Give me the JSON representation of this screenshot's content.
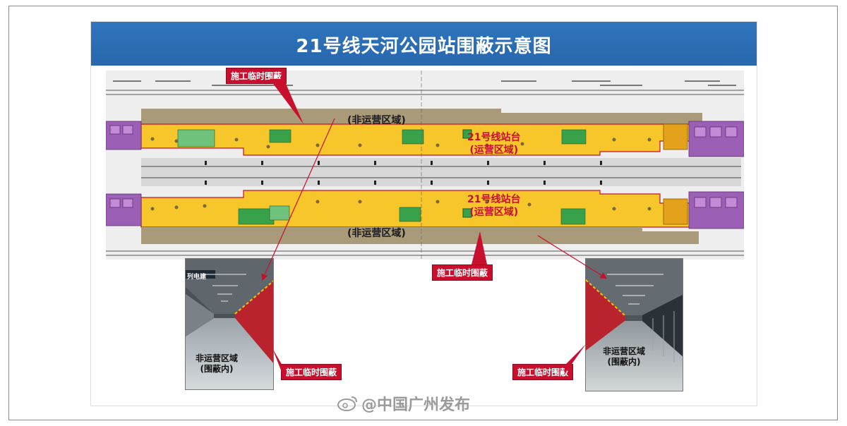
{
  "title": "21号线天河公园站围蔽示意图",
  "plan": {
    "top_callout": "施工临时围蔽",
    "bottom_callout": "施工临时围蔽",
    "non_operating_top": "(非运营区域)",
    "non_operating_bottom": "(非运营区域)",
    "platform_top_line1": "21号线站台",
    "platform_top_line2": "(运营区域)",
    "platform_bottom_line1": "21号线站台",
    "platform_bottom_line2": "(运营区域)"
  },
  "photo_left": {
    "caption_line1": "非运营区域",
    "caption_line2": "(围蔽内)",
    "callout": "施工临时围蔽",
    "sign_text": "列电建"
  },
  "photo_right": {
    "caption_line1": "非运营区域",
    "caption_line2": "(围蔽内)",
    "callout": "施工临时围蔽"
  },
  "watermark": "@中国广州发布",
  "colors": {
    "title_bar": "#2c70b8",
    "callout_red": "#c8102e",
    "platform_yellow": "#f6c62a",
    "non_operating_brown": "#a99a7a",
    "equipment_purple": "#9b5fb5",
    "stair_green": "#3aa14b"
  },
  "icons": {
    "weibo": "weibo-logo-icon"
  }
}
